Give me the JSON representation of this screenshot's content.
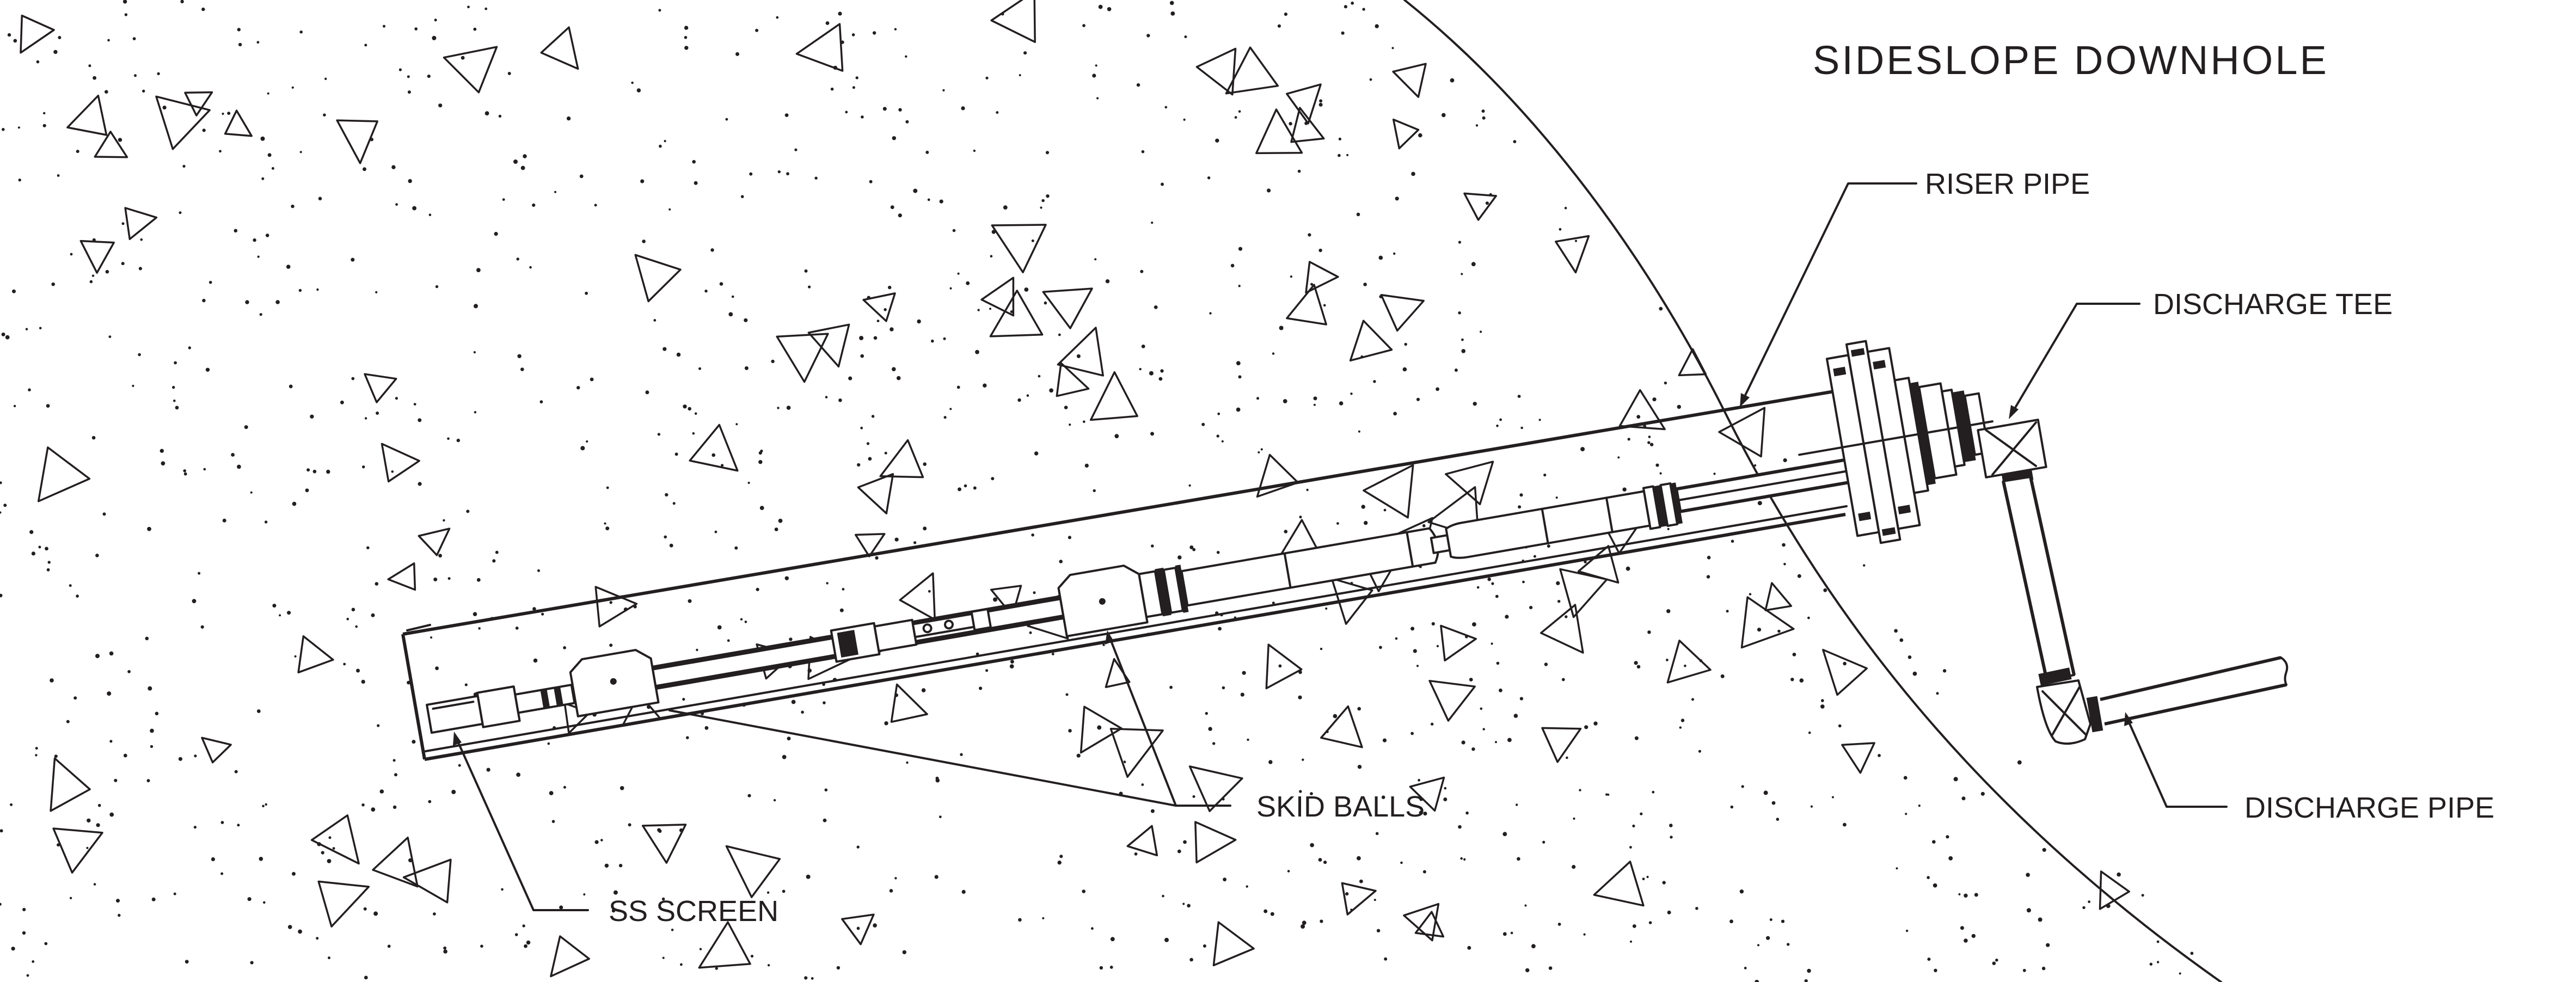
{
  "drawing": {
    "title": "SIDESLOPE DOWNHOLE"
  },
  "callouts": {
    "riser_pipe": "RISER PIPE",
    "discharge_tee": "DISCHARGE TEE",
    "skid_balls": "SKID BALLS",
    "ss_screen": "SS SCREEN",
    "discharge_pipe": "DISCHARGE PIPE"
  },
  "colors": {
    "ink": "#231f20",
    "background": "#ffffff"
  }
}
